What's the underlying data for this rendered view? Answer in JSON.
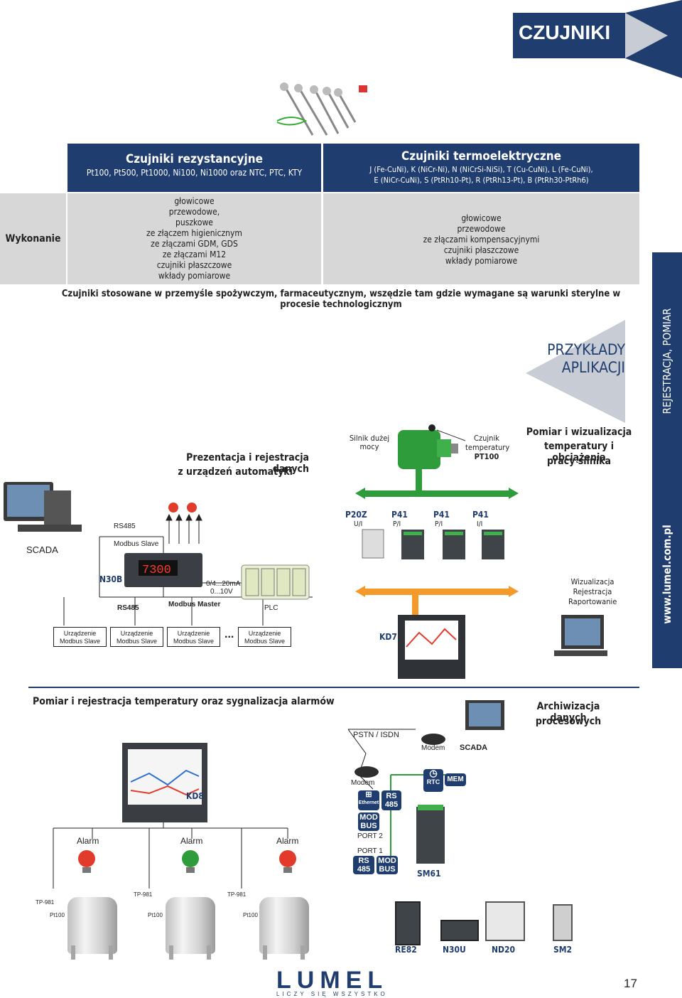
{
  "header": {
    "title": "CZUJNIKI"
  },
  "table": {
    "col_resistive": {
      "title": "Czujniki rezystancyjne",
      "sub": "Pt100, Pt500, Pt1000, Ni100, Ni1000 oraz NTC, PTC, KTY"
    },
    "col_thermo": {
      "title": "Czujniki termoelektryczne",
      "sub1": "J (Fe-CuNi), K (NiCr-Ni), N (NiCrSi-NiSi), T (Cu-CuNi), L (Fe-CuNi),",
      "sub2": "E (NiCr-CuNi), S (PtRh10-Pt), R (PtRh13-Pt), B (PtRh30-PtRh6)"
    },
    "row_label": "Wykonanie",
    "resistive_lines": [
      "głowicowe",
      "przewodowe,",
      "puszkowe",
      "ze złączem higienicznym",
      "ze złączami GDM, GDS",
      "ze złączami M12",
      "czujniki płaszczowe",
      "wkłady pomiarowe"
    ],
    "thermo_lines": [
      "głowicowe",
      "przewodowe",
      "ze złączami kompensacyjnymi",
      "czujniki płaszczowe",
      "wkłady pomiarowe"
    ],
    "note": "Czujniki stosowane w przemyśle spożywczym, farmaceutycznym, wszędzie tam gdzie wymagane są warunki sterylne w procesie technologicznym"
  },
  "apps": {
    "title1": "PRZYKŁADY",
    "title2": "APLIKACJI",
    "side_tab": "REJESTRACJA, POMIAR",
    "side_url": "www.lumel.com.pl"
  },
  "section1": {
    "title1": "Prezentacja i rejestracja danych",
    "title2": "z urządzeń automatyki",
    "scada": "SCADA",
    "rs485_top": "RS485",
    "modbus_slave": "Modbus Slave",
    "n30b": "N30B",
    "rs485_bottom": "RS485",
    "modbus_master": "Modbus Master",
    "analog1": "0/4...20mA",
    "analog2": "0...10V",
    "plc": "PLC",
    "device_line1": "Urządzenie",
    "device_line2": "Modbus Slave",
    "ellipsis": "..."
  },
  "section2": {
    "title1": "Pomiar i wizualizacja",
    "title2": "temperatury i obciążenia",
    "title3": "pracy silnika",
    "motor1": "Silnik dużej",
    "motor2": "mocy",
    "sensor1": "Czujnik",
    "sensor2": "temperatury",
    "sensor3": "PT100",
    "modules": [
      {
        "name": "P20Z",
        "sig": "U/I"
      },
      {
        "name": "P41",
        "sig": "P/I"
      },
      {
        "name": "P41",
        "sig": "P/I"
      },
      {
        "name": "P41",
        "sig": "I/I"
      }
    ],
    "kd7": "KD7",
    "vis1": "Wizualizacja",
    "vis2": "Rejestracja",
    "vis3": "Raportowanie"
  },
  "section3": {
    "title": "Pomiar i rejestracja temperatury oraz sygnalizacja alarmów",
    "kd8": "KD8",
    "alarm": "Alarm",
    "tp": "TP-981",
    "pt": "Pt100"
  },
  "section4": {
    "title1": "Archiwizacja danych",
    "title2": "procesowych",
    "pstn": "PSTN / ISDN",
    "modem": "Modem",
    "scada": "SCADA",
    "rtc": "RTC",
    "mem": "MEM",
    "ethernet": "Ethernet",
    "rs": "RS",
    "n485": "485",
    "mod": "MOD",
    "bus": "BUS",
    "port2": "PORT 2",
    "port1": "PORT 1",
    "sm61": "SM61",
    "devices": [
      "RE82",
      "N30U",
      "ND20",
      "SM2"
    ]
  },
  "footer": {
    "logo": "LUMEL",
    "tagline": "LICZY SIĘ WSZYSTKO",
    "page": "17"
  },
  "colors": {
    "navy": "#1f3d6e",
    "green": "#2e9c3a",
    "orange": "#f39a2a",
    "grey": "#d7d7d8"
  }
}
